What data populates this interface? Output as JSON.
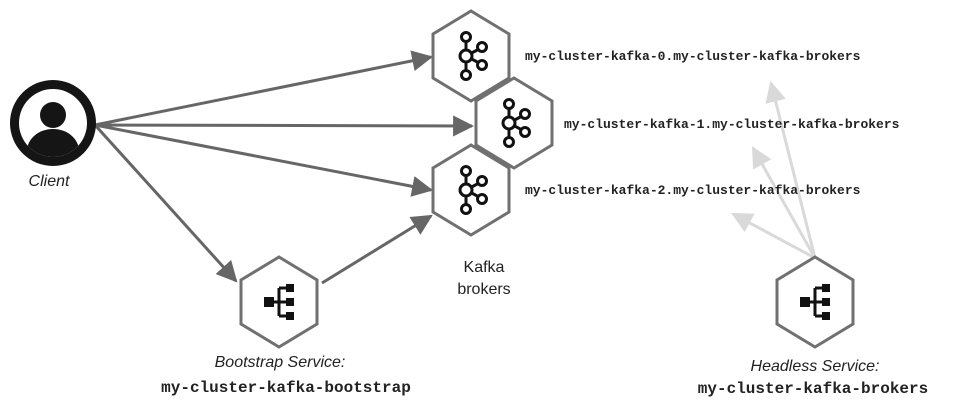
{
  "client": {
    "label": "Client",
    "icon": "user-avatar-icon"
  },
  "brokers": {
    "label_line1": "Kafka",
    "label_line2": "brokers",
    "icon": "kafka-icon",
    "hosts": [
      "my-cluster-kafka-0.my-cluster-kafka-brokers",
      "my-cluster-kafka-1.my-cluster-kafka-brokers",
      "my-cluster-kafka-2.my-cluster-kafka-brokers"
    ]
  },
  "bootstrap_service": {
    "caption": "Bootstrap Service:",
    "name": "my-cluster-kafka-bootstrap",
    "icon": "service-icon"
  },
  "headless_service": {
    "caption": "Headless Service:",
    "name": "my-cluster-kafka-brokers",
    "icon": "service-icon"
  },
  "colors": {
    "stroke": "#222222",
    "arrow": "#666666",
    "faded_arrow": "#d9d9d9",
    "hex_fill": "#ffffff",
    "hex_stroke": "#707070"
  }
}
